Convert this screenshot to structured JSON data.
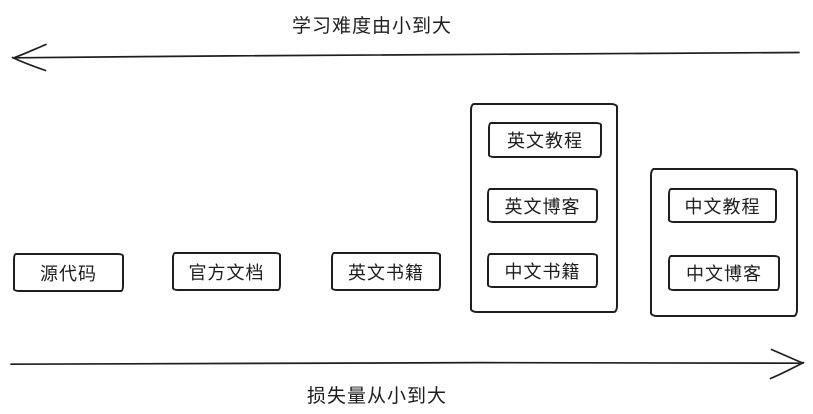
{
  "axes": {
    "top": {
      "label": "学习难度由小到大",
      "direction": "left"
    },
    "bottom": {
      "label": "损失量从小到大",
      "direction": "right"
    }
  },
  "standalone_nodes": [
    {
      "label": "源代码"
    },
    {
      "label": "官方文档"
    },
    {
      "label": "英文书籍"
    }
  ],
  "groups": [
    {
      "name": "group-1",
      "items": [
        {
          "label": "英文教程"
        },
        {
          "label": "英文博客"
        },
        {
          "label": "中文书籍"
        }
      ]
    },
    {
      "name": "group-2",
      "items": [
        {
          "label": "中文教程"
        },
        {
          "label": "中文博客"
        }
      ]
    }
  ],
  "colors": {
    "ink": "#1e1e1e",
    "background": "#ffffff"
  }
}
